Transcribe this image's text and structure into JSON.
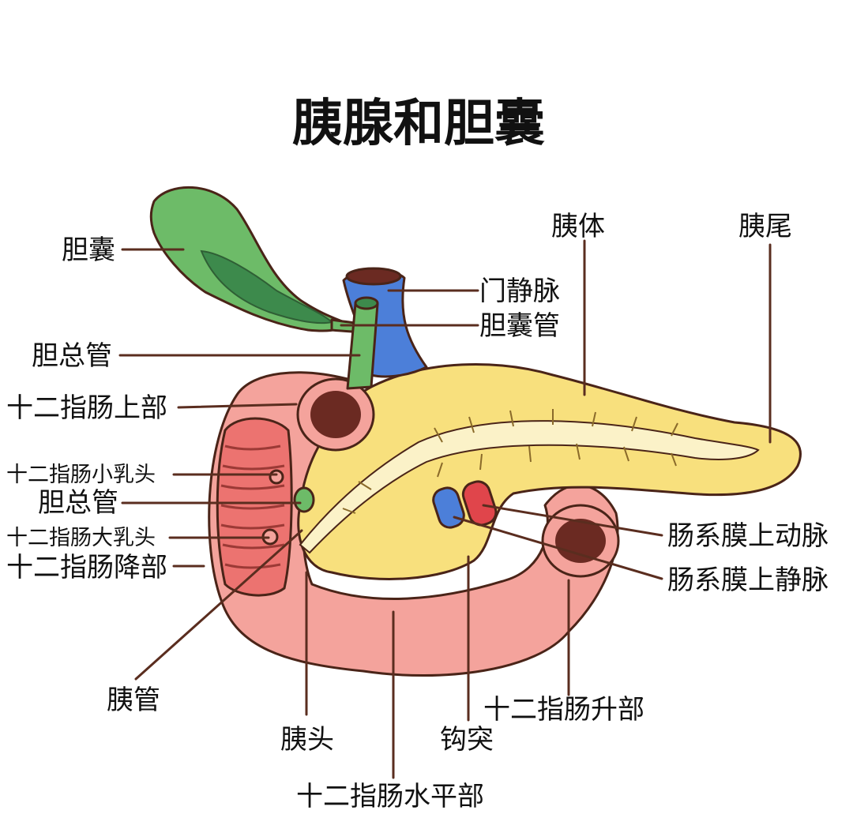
{
  "title": "胰腺和胆囊",
  "colors": {
    "gallbladder": "#6dbb68",
    "bile_dark": "#3d8a4c",
    "portal_vein": "#4c7fd9",
    "pancreas": "#f8e07d",
    "duodenum": "#f4a39c",
    "duodenum_inner": "#ec7370",
    "lumen": "#6b2a22",
    "artery": "#e0454b",
    "duct": "#fbf2c8",
    "line": "#5a2d1f"
  },
  "labels": {
    "gallbladder": "胆囊",
    "common_bile_duct_top": "胆总管",
    "duodenum_superior": "十二指肠上部",
    "minor_papilla": "十二指肠小乳头",
    "common_bile_duct_mid": "胆总管",
    "major_papilla": "十二指肠大乳头",
    "duodenum_descending": "十二指肠降部",
    "pancreatic_duct": "胰管",
    "pancreas_head": "胰头",
    "duodenum_horizontal": "十二指肠水平部",
    "uncinate_process": "钩突",
    "duodenum_ascending": "十二指肠升部",
    "pancreas_body": "胰体",
    "pancreas_tail": "胰尾",
    "portal_vein": "门静脉",
    "cystic_duct": "胆囊管",
    "sma": "肠系膜上动脉",
    "smv": "肠系膜上静脉"
  }
}
